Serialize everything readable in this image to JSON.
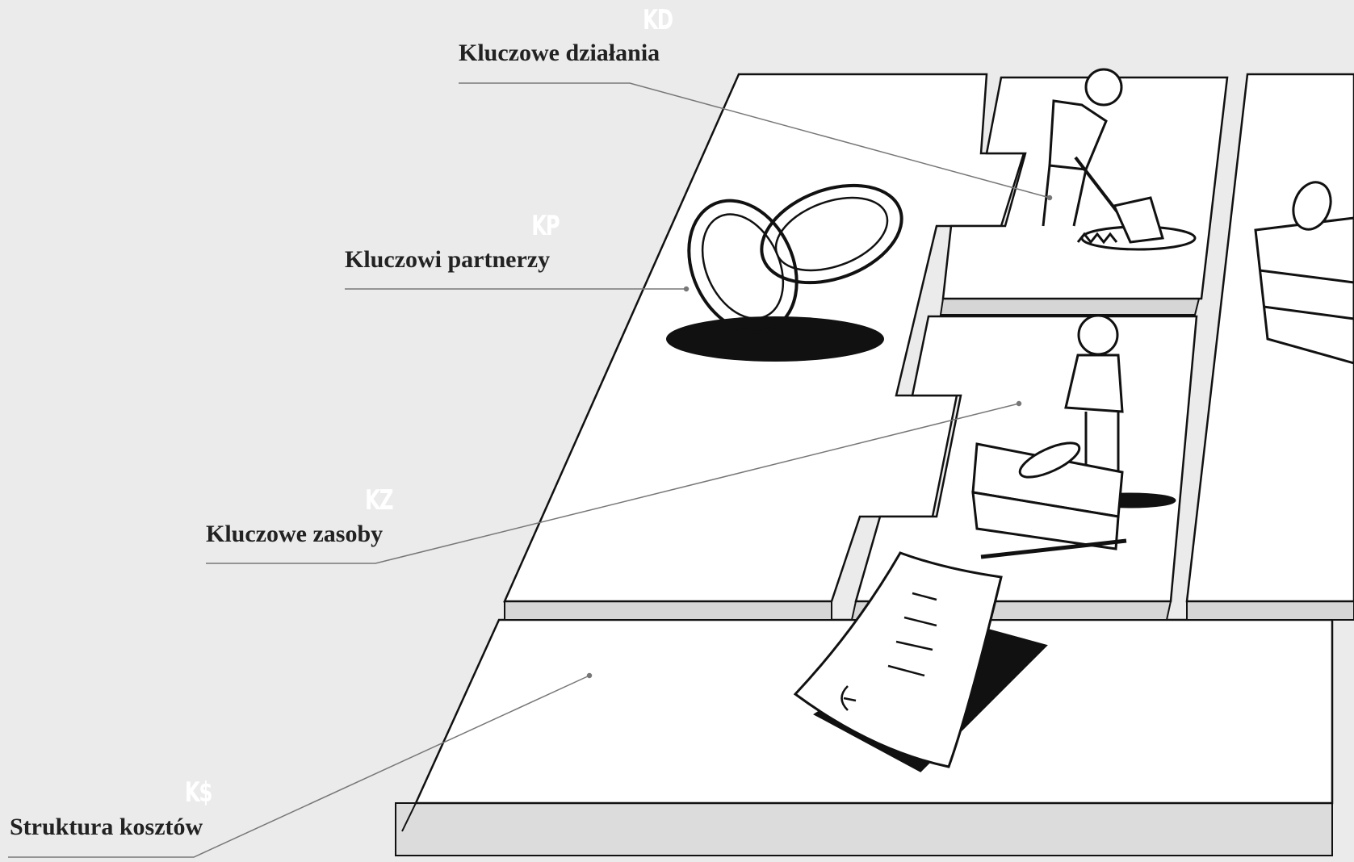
{
  "colors": {
    "background": "#ebebeb",
    "board": "#ffffff",
    "board_edge": "#cfcfcf",
    "ink": "#111111",
    "leader_line": "#777777",
    "code_text": "#ffffff",
    "title_text": "#222222"
  },
  "blocks": [
    {
      "code": "KD",
      "title": "Kluczowe działania",
      "icon": "digging-person-icon"
    },
    {
      "code": "KP",
      "title": "Kluczowi partnerzy",
      "icon": "linked-rings-icon"
    },
    {
      "code": "KZ",
      "title": "Kluczowe zasoby",
      "icon": "person-with-stone-blocks-icon"
    },
    {
      "code": "K$",
      "title": "Struktura kosztów",
      "icon": "invoice-document-icon"
    }
  ]
}
